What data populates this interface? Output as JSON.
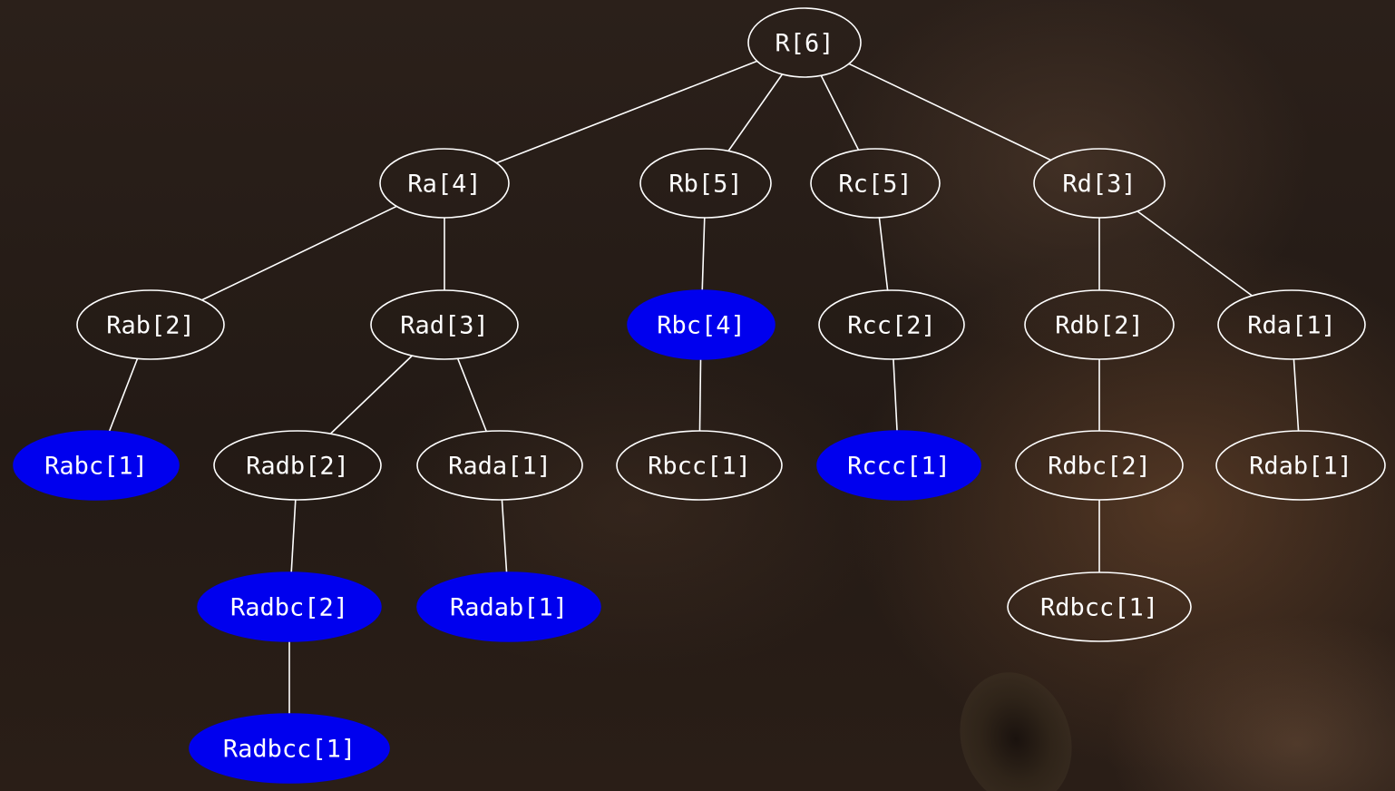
{
  "highlight_color": "#0000ee",
  "line_color": "#ffffff",
  "nodes": {
    "R": {
      "label": "R[6]",
      "highlighted": false
    },
    "Ra": {
      "label": "Ra[4]",
      "highlighted": false
    },
    "Rb": {
      "label": "Rb[5]",
      "highlighted": false
    },
    "Rc": {
      "label": "Rc[5]",
      "highlighted": false
    },
    "Rd": {
      "label": "Rd[3]",
      "highlighted": false
    },
    "Rab": {
      "label": "Rab[2]",
      "highlighted": false
    },
    "Rad": {
      "label": "Rad[3]",
      "highlighted": false
    },
    "Rbc": {
      "label": "Rbc[4]",
      "highlighted": true
    },
    "Rcc": {
      "label": "Rcc[2]",
      "highlighted": false
    },
    "Rdb": {
      "label": "Rdb[2]",
      "highlighted": false
    },
    "Rda": {
      "label": "Rda[1]",
      "highlighted": false
    },
    "Rabc": {
      "label": "Rabc[1]",
      "highlighted": true
    },
    "Radb": {
      "label": "Radb[2]",
      "highlighted": false
    },
    "Rada": {
      "label": "Rada[1]",
      "highlighted": false
    },
    "Rbcc": {
      "label": "Rbcc[1]",
      "highlighted": false
    },
    "Rccc": {
      "label": "Rccc[1]",
      "highlighted": true
    },
    "Rdbc": {
      "label": "Rdbc[2]",
      "highlighted": false
    },
    "Rdab": {
      "label": "Rdab[1]",
      "highlighted": false
    },
    "Radbc": {
      "label": "Radbc[2]",
      "highlighted": true
    },
    "Radab": {
      "label": "Radab[1]",
      "highlighted": true
    },
    "Rdbcc": {
      "label": "Rdbcc[1]",
      "highlighted": false
    },
    "Radbcc": {
      "label": "Radbcc[1]",
      "highlighted": true
    }
  },
  "edges": [
    [
      "R",
      "Ra"
    ],
    [
      "R",
      "Rb"
    ],
    [
      "R",
      "Rc"
    ],
    [
      "R",
      "Rd"
    ],
    [
      "Ra",
      "Rab"
    ],
    [
      "Ra",
      "Rad"
    ],
    [
      "Rb",
      "Rbc"
    ],
    [
      "Rc",
      "Rcc"
    ],
    [
      "Rd",
      "Rdb"
    ],
    [
      "Rd",
      "Rda"
    ],
    [
      "Rab",
      "Rabc"
    ],
    [
      "Rad",
      "Radb"
    ],
    [
      "Rad",
      "Rada"
    ],
    [
      "Rbc",
      "Rbcc"
    ],
    [
      "Rcc",
      "Rccc"
    ],
    [
      "Rdb",
      "Rdbc"
    ],
    [
      "Rda",
      "Rdab"
    ],
    [
      "Radb",
      "Radbc"
    ],
    [
      "Rada",
      "Radab"
    ],
    [
      "Rdbc",
      "Rdbcc"
    ],
    [
      "Radbc",
      "Radbcc"
    ]
  ]
}
